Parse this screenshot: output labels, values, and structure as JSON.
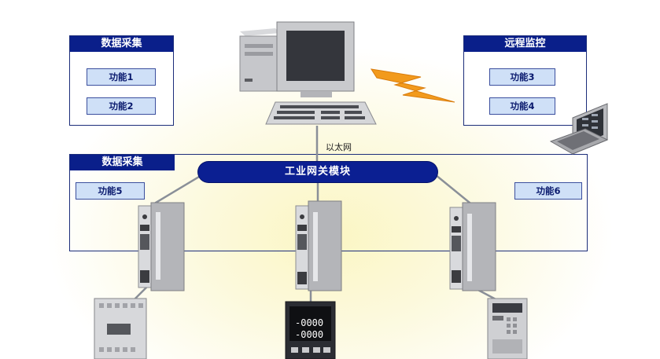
{
  "panels": {
    "top_left": {
      "title": "数据采集",
      "functions": [
        "功能1",
        "功能2"
      ]
    },
    "top_right": {
      "title": "远程监控",
      "functions": [
        "功能3",
        "功能4"
      ]
    },
    "middle": {
      "title": "数据采集",
      "left_function": "功能5",
      "right_function": "功能6"
    }
  },
  "network": {
    "ethernet_label": "以太网",
    "gateway_label": "工业网关模块"
  },
  "devices": {
    "meter_readout_1": "-0000",
    "meter_readout_2": "-0000"
  },
  "colors": {
    "navy": "#0a1f8a",
    "func_fill": "#cfe0f7",
    "wireless": "#f29a1c"
  }
}
